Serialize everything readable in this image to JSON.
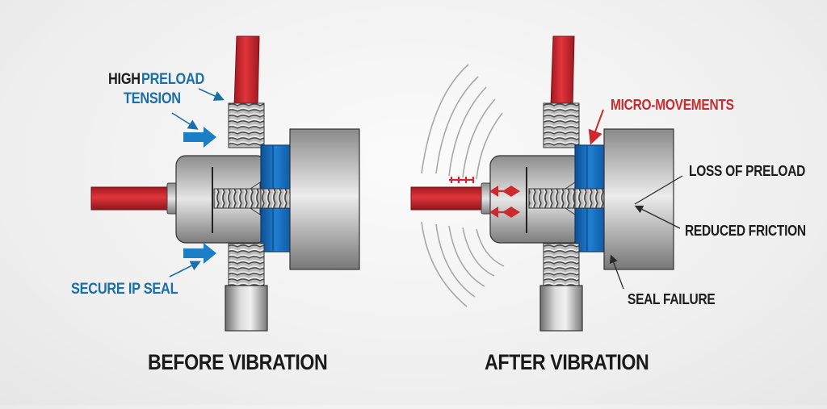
{
  "figure": {
    "panels": [
      {
        "id": "before",
        "caption": "BEFORE VIBRATION",
        "labels": {
          "high": "HIGH",
          "preload": "PRELOAD",
          "tension": "TENSION",
          "secure_seal": "SECURE IP SEAL"
        }
      },
      {
        "id": "after",
        "caption": "AFTER VIBRATION",
        "labels": {
          "micro_movements": "MICRO-MOVEMENTS",
          "loss_of_preload": "LOSS OF PRELOAD",
          "reduced_friction": "REDUCED FRICTION",
          "seal_failure": "SEAL FAILURE"
        }
      }
    ],
    "colors": {
      "cable_red": "#c8232c",
      "seal_blue": "#1766b3",
      "label_blue": "#1a6fa8",
      "label_red": "#cc2a2f",
      "metal_gray": "#a9a9a9",
      "text_dark": "#1c1c1c",
      "force_arrow_blue": "#1a7fc4"
    },
    "icons": {
      "force_arrow": "blue-right-arrow",
      "vibration_waves": "gray-arc-lines",
      "micro_motion": "red-double-arrows"
    }
  }
}
